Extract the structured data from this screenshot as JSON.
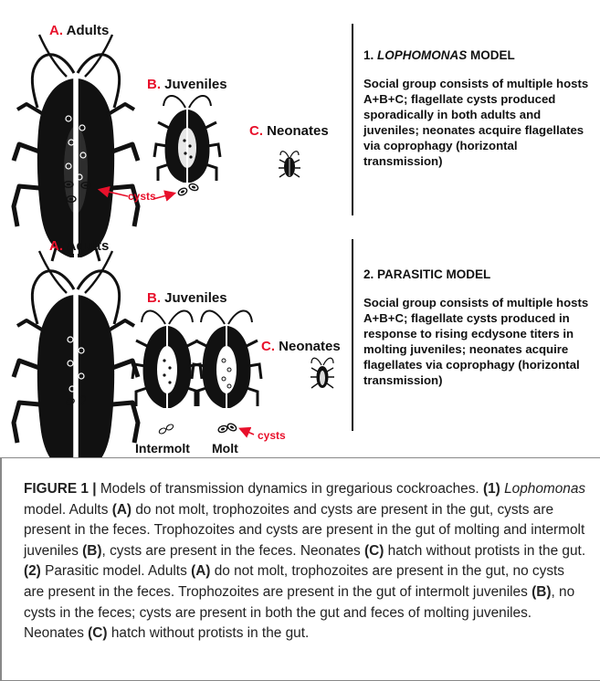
{
  "panel1": {
    "adults": {
      "letter": "A.",
      "text": "Adults"
    },
    "juveniles": {
      "letter": "B.",
      "text": "Juveniles"
    },
    "neonates": {
      "letter": "C.",
      "text": "Neonates"
    },
    "cysts_label": "cysts",
    "title_prefix": "1. ",
    "title_italic": "LOPHOMONAS",
    "title_suffix": " MODEL",
    "description": "Social group consists of multiple hosts A+B+C; flagellate cysts produced sporadically in both adults and juveniles; neonates acquire flagellates via coprophagy (horizontal transmission)"
  },
  "panel2": {
    "adults": {
      "letter": "A.",
      "text": "Adults"
    },
    "juveniles": {
      "letter": "B.",
      "text": "Juveniles"
    },
    "neonates": {
      "letter": "C.",
      "text": "Neonates"
    },
    "cysts_label": "cysts",
    "intermolt_label": "Intermolt",
    "molt_label": "Molt",
    "title": "2. PARASITIC MODEL",
    "description": "Social group consists of multiple hosts A+B+C; flagellate cysts produced in response to rising ecdysone titers in molting juveniles; neonates acquire flagellates via coprophagy (horizontal transmission)"
  },
  "caption": {
    "label": "FIGURE 1 |",
    "intro": " Models of transmission dynamics in gregarious cockroaches.",
    "m1_num": "(1)",
    "m1_name": "Lophomonas",
    "m1_rest": " model. Adults ",
    "a1": "(A)",
    "t1": " do not molt, trophozoites and cysts are present in the gut, cysts are present in the feces. Trophozoites and cysts are present in the gut of molting and intermolt juveniles ",
    "b1": "(B)",
    "t2": ", cysts are present in the feces. Neonates ",
    "c1": "(C)",
    "t3": " hatch without protists in the gut. ",
    "m2_num": "(2)",
    "m2_rest": " Parasitic model. Adults ",
    "a2": "(A)",
    "t4": " do not molt, trophozoites are present in the gut, no cysts are present in the feces. Trophozoites are present in the gut of intermolt juveniles ",
    "b2": "(B)",
    "t5": ", no cysts in the feces; cysts are present in both the gut and feces of molting juveniles. Neonates ",
    "c2": "(C)",
    "t6": " hatch without protists in the gut."
  },
  "colors": {
    "accent_red": "#e8102b",
    "insect": "#111111",
    "text": "#222222"
  },
  "icons": [
    "adult-cockroach-icon",
    "juvenile-cockroach-icon",
    "neonate-cockroach-icon",
    "cyst-icon",
    "arrow-icon"
  ]
}
